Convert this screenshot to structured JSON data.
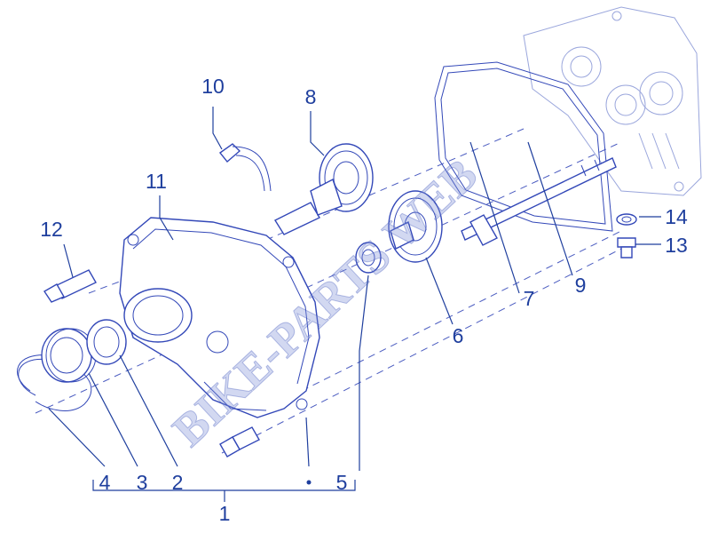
{
  "watermark": "BIKE-PARTS WEB",
  "callouts": {
    "c1": "1",
    "c2": "2",
    "c3": "3",
    "c4": "4",
    "c5": "5",
    "c6": "6",
    "c7": "7",
    "c8": "8",
    "c9": "9",
    "c10": "10",
    "c11": "11",
    "c12": "12",
    "c13": "13",
    "c14": "14"
  },
  "colors": {
    "line": "#1f3f9e",
    "part": "#3348b8",
    "watermark": "#7f8fd8"
  }
}
